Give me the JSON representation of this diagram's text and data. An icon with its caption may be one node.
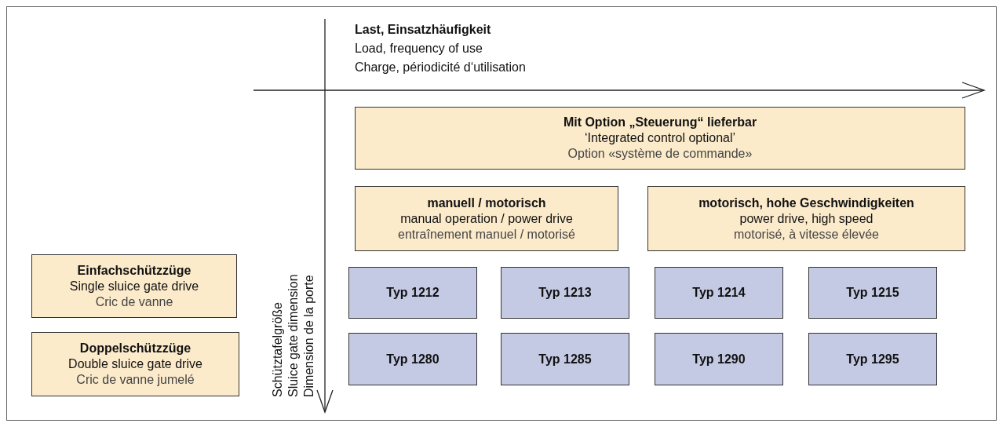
{
  "diagram": {
    "nodes": [
      {
        "text": [
          "Mit Option „Steuerung“ lieferbar",
          "‘Integrated control optional’",
          "Option «système de commande»"
        ]
      },
      {
        "text": [
          "manuell / motorisch",
          "manual operation / power drive",
          "entraînement manuel / motorisé"
        ]
      },
      {
        "text": [
          "motorisch, hohe Geschwindigkeiten",
          "power drive, high speed",
          "motorisé, à vitesse élevée"
        ]
      },
      {
        "text": [
          "Einfachschützzüge",
          "Single sluice gate drive",
          "Cric de vanne"
        ]
      },
      {
        "text": [
          "Typ 1212"
        ]
      },
      {
        "text": [
          "Typ 1213"
        ]
      },
      {
        "text": [
          "Typ 1214"
        ]
      },
      {
        "text": [
          "Typ 1215"
        ]
      },
      {
        "text": [
          "Doppelschützzüge",
          "Double sluice gate drive",
          "Cric de vanne jumelé"
        ]
      },
      {
        "text": [
          "Typ 1280"
        ]
      },
      {
        "text": [
          "Typ 1285"
        ]
      },
      {
        "text": [
          "Typ 1290"
        ]
      },
      {
        "text": [
          "Typ 1295"
        ]
      }
    ],
    "edges": [],
    "labels": [
      "Last, Einsatzhäufigkeit",
      "Load, frequency of use",
      "Charge, périodicité d‘utilisation",
      "Schütztafelgröße",
      "Sluice gate dimension",
      "Dimension de la porte"
    ]
  }
}
